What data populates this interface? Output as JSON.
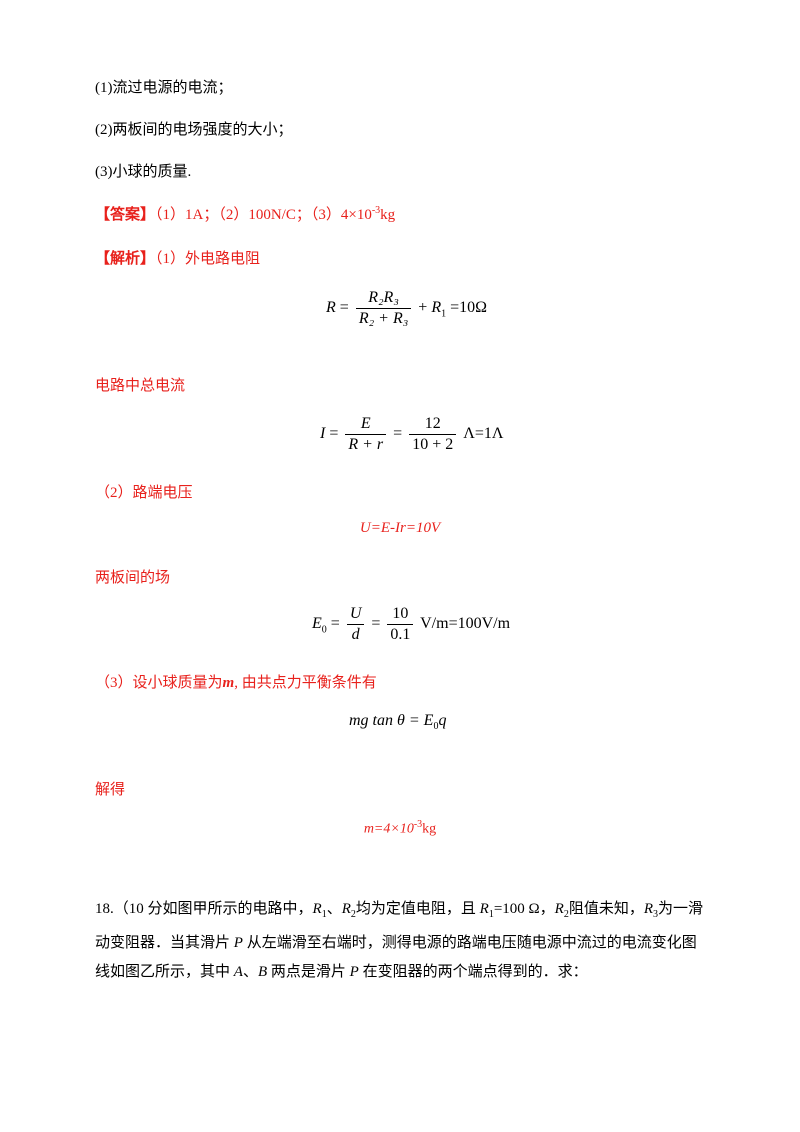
{
  "questions": {
    "q1": "(1)流过电源的电流；",
    "q2": "(2)两板间的电场强度的大小；",
    "q3": "(3)小球的质量."
  },
  "answer": {
    "label": "【答案】",
    "p1": "（1）1A；（2）100N/C；（3）4×10",
    "exp": "-3",
    "unit": "kg"
  },
  "analysis": {
    "label": "【解析】",
    "step1": "（1）外电路电阻",
    "eq1": {
      "lhs": "R",
      "eqsign": "=",
      "num": "R₂R₃",
      "den": "R₂ + R₃",
      "plus": "+",
      "r1": "R",
      "r1sub": "1",
      "result": "=10Ω"
    },
    "step2": "电路中总电流",
    "eq2": {
      "lhs": "I",
      "eqsign": "=",
      "num1": "E",
      "den1": "R + r",
      "eqsign2": "=",
      "num2": "12",
      "den2": "10 + 2",
      "result": "Λ=1Λ"
    },
    "step3": "（2）路端电压",
    "eq3": "U=E-Ir=10V",
    "step4": "两板间的场",
    "eq4": {
      "lhs": "E",
      "lhssub": "0",
      "eqsign": "=",
      "num1": "U",
      "den1": "d",
      "eqsign2": "=",
      "num2": "10",
      "den2": "0.1",
      "result": "V/m=100V/m"
    },
    "step5a": "（3）设小球质量为",
    "step5m": "m",
    "step5b": ", 由共点力平衡条件有",
    "eq5": {
      "lhs": "mg tan θ = E",
      "sub": "0",
      "rhs": "q"
    },
    "step6": "解得",
    "eq6": {
      "main": "m=4×10",
      "exp": "-3",
      "unit": "kg"
    }
  },
  "q18": {
    "t1": "18.（10 分如图甲所示的电路中，",
    "r1": "R",
    "r1sub": "1",
    "t2": "、",
    "r2": "R",
    "r2sub": "2",
    "t3": "均为定值电阻，且 ",
    "r1b": "R",
    "r1bsub": "1",
    "t4": "=100 Ω，",
    "r2b": "R",
    "r2bsub": "2",
    "t5": "阻值未知，",
    "r3": "R",
    "r3sub": "3",
    "t6": "为一滑动变阻器．当其滑片 ",
    "p1": "P",
    "t7": " 从左端滑至右端时，测得电源的路端电压随电源中流过的电流变化图线如图乙所示，其中 ",
    "a": "A",
    "t8": "、",
    "b": "B",
    "t9": " 两点是滑片 ",
    "p2": "P",
    "t10": " 在变阻器的两个端点得到的．求："
  }
}
